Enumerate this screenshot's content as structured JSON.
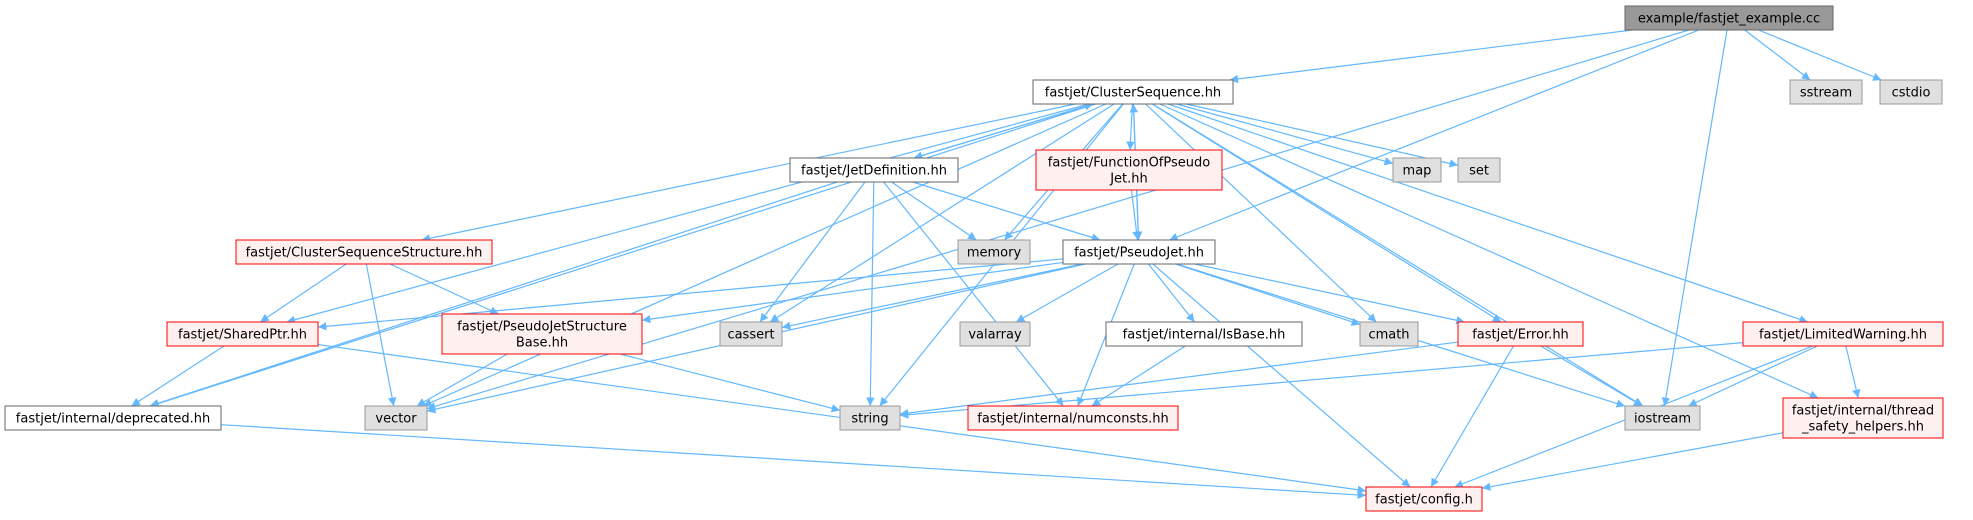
{
  "colors": {
    "edge": "#63b8ff",
    "root_fill": "#999999",
    "doc_border": "#666666",
    "undocumented_border": "#ff0000",
    "undocumented_fill": "#fff0f0",
    "system_fill": "#e0e0e0",
    "system_border": "#999999"
  },
  "nodes": {
    "example": {
      "label": [
        "example/fastjet_example.cc"
      ],
      "kind": "root"
    },
    "cs": {
      "label": [
        "fastjet/ClusterSequence.hh"
      ],
      "kind": "doc"
    },
    "sstream": {
      "label": [
        "sstream"
      ],
      "kind": "sys"
    },
    "cstdio": {
      "label": [
        "cstdio"
      ],
      "kind": "sys"
    },
    "jetdef": {
      "label": [
        "fastjet/JetDefinition.hh"
      ],
      "kind": "doc"
    },
    "fopj": {
      "label": [
        "fastjet/FunctionOfPseudo",
        "Jet.hh"
      ],
      "kind": "red"
    },
    "map": {
      "label": [
        "map"
      ],
      "kind": "sys"
    },
    "set": {
      "label": [
        "set"
      ],
      "kind": "sys"
    },
    "memory": {
      "label": [
        "memory"
      ],
      "kind": "sys"
    },
    "css": {
      "label": [
        "fastjet/ClusterSequenceStructure.hh"
      ],
      "kind": "red"
    },
    "pj": {
      "label": [
        "fastjet/PseudoJet.hh"
      ],
      "kind": "doc"
    },
    "shared": {
      "label": [
        "fastjet/SharedPtr.hh"
      ],
      "kind": "red"
    },
    "pjsb": {
      "label": [
        "fastjet/PseudoJetStructure",
        "Base.hh"
      ],
      "kind": "red"
    },
    "cassert": {
      "label": [
        "cassert"
      ],
      "kind": "sys"
    },
    "valarray": {
      "label": [
        "valarray"
      ],
      "kind": "sys"
    },
    "isbase": {
      "label": [
        "fastjet/internal/IsBase.hh"
      ],
      "kind": "doc"
    },
    "cmath": {
      "label": [
        "cmath"
      ],
      "kind": "sys"
    },
    "error": {
      "label": [
        "fastjet/Error.hh"
      ],
      "kind": "red"
    },
    "limwarn": {
      "label": [
        "fastjet/LimitedWarning.hh"
      ],
      "kind": "red"
    },
    "deprecated": {
      "label": [
        "fastjet/internal/deprecated.hh"
      ],
      "kind": "doc"
    },
    "vector": {
      "label": [
        "vector"
      ],
      "kind": "sys"
    },
    "string": {
      "label": [
        "string"
      ],
      "kind": "sys"
    },
    "numconsts": {
      "label": [
        "fastjet/internal/numconsts.hh"
      ],
      "kind": "red"
    },
    "iostream": {
      "label": [
        "iostream"
      ],
      "kind": "sys"
    },
    "threadsafe": {
      "label": [
        "fastjet/internal/thread",
        "_safety_helpers.hh"
      ],
      "kind": "red"
    },
    "config": {
      "label": [
        "fastjet/config.h"
      ],
      "kind": "red"
    }
  },
  "edges": [
    [
      "example",
      "cs"
    ],
    [
      "example",
      "sstream"
    ],
    [
      "example",
      "cstdio"
    ],
    [
      "example",
      "pj"
    ],
    [
      "example",
      "iostream"
    ],
    [
      "example",
      "vector"
    ],
    [
      "cs",
      "jetdef"
    ],
    [
      "cs",
      "fopj"
    ],
    [
      "cs",
      "map"
    ],
    [
      "cs",
      "set"
    ],
    [
      "cs",
      "memory"
    ],
    [
      "cs",
      "css"
    ],
    [
      "cs",
      "pj"
    ],
    [
      "cs",
      "shared"
    ],
    [
      "cs",
      "cassert"
    ],
    [
      "cs",
      "cmath"
    ],
    [
      "cs",
      "error"
    ],
    [
      "cs",
      "limwarn"
    ],
    [
      "cs",
      "deprecated"
    ],
    [
      "cs",
      "vector"
    ],
    [
      "cs",
      "string"
    ],
    [
      "cs",
      "iostream"
    ],
    [
      "cs",
      "threadsafe"
    ],
    [
      "jetdef",
      "cs"
    ],
    [
      "jetdef",
      "memory"
    ],
    [
      "jetdef",
      "pj"
    ],
    [
      "jetdef",
      "cassert"
    ],
    [
      "jetdef",
      "string"
    ],
    [
      "jetdef",
      "numconsts"
    ],
    [
      "jetdef",
      "deprecated"
    ],
    [
      "fopj",
      "pj"
    ],
    [
      "css",
      "shared"
    ],
    [
      "css",
      "pjsb"
    ],
    [
      "css",
      "vector"
    ],
    [
      "pj",
      "cs"
    ],
    [
      "pj",
      "shared"
    ],
    [
      "pj",
      "pjsb"
    ],
    [
      "pj",
      "cassert"
    ],
    [
      "pj",
      "valarray"
    ],
    [
      "pj",
      "isbase"
    ],
    [
      "pj",
      "cmath"
    ],
    [
      "pj",
      "error"
    ],
    [
      "pj",
      "vector"
    ],
    [
      "pj",
      "numconsts"
    ],
    [
      "pj",
      "iostream"
    ],
    [
      "pj",
      "config"
    ],
    [
      "shared",
      "deprecated"
    ],
    [
      "shared",
      "config"
    ],
    [
      "pjsb",
      "vector"
    ],
    [
      "pjsb",
      "string"
    ],
    [
      "isbase",
      "numconsts"
    ],
    [
      "error",
      "string"
    ],
    [
      "error",
      "iostream"
    ],
    [
      "error",
      "config"
    ],
    [
      "limwarn",
      "string"
    ],
    [
      "limwarn",
      "iostream"
    ],
    [
      "limwarn",
      "threadsafe"
    ],
    [
      "limwarn",
      "config"
    ],
    [
      "deprecated",
      "config"
    ],
    [
      "threadsafe",
      "config"
    ]
  ]
}
